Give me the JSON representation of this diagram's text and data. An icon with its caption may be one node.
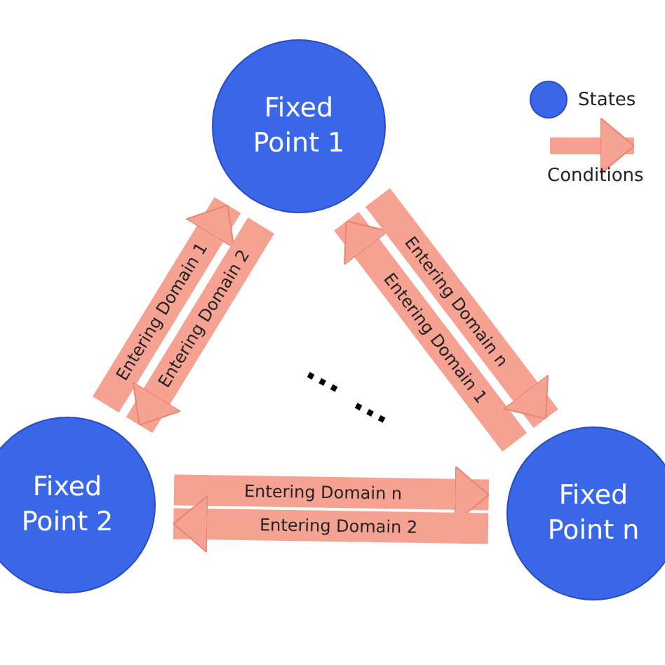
{
  "diagram": {
    "nodes": [
      {
        "text": [
          "Fixed Point 1"
        ]
      },
      {
        "text": [
          "Fixed Point 2"
        ]
      },
      {
        "text": [
          "Fixed Point n"
        ]
      }
    ],
    "edges": [
      {
        "from": 1,
        "to": 0,
        "arrow": "to",
        "label": "Entering Domain 1"
      },
      {
        "from": 0,
        "to": 1,
        "arrow": "to",
        "label": "Entering Domain 2"
      },
      {
        "from": 2,
        "to": 0,
        "arrow": "to",
        "label": "Entering Domain 1"
      },
      {
        "from": 0,
        "to": 2,
        "arrow": "to",
        "label": "Entering Domain n"
      },
      {
        "from": 1,
        "to": 2,
        "arrow": "to",
        "label": "Entering Domain n"
      },
      {
        "from": 2,
        "to": 1,
        "arrow": "to",
        "label": "Entering Domain 2"
      }
    ],
    "labels": [
      "...",
      "..."
    ],
    "legend": [
      {
        "text": "States",
        "color": "#3a67e8"
      },
      {
        "text": "Conditions"
      }
    ]
  }
}
